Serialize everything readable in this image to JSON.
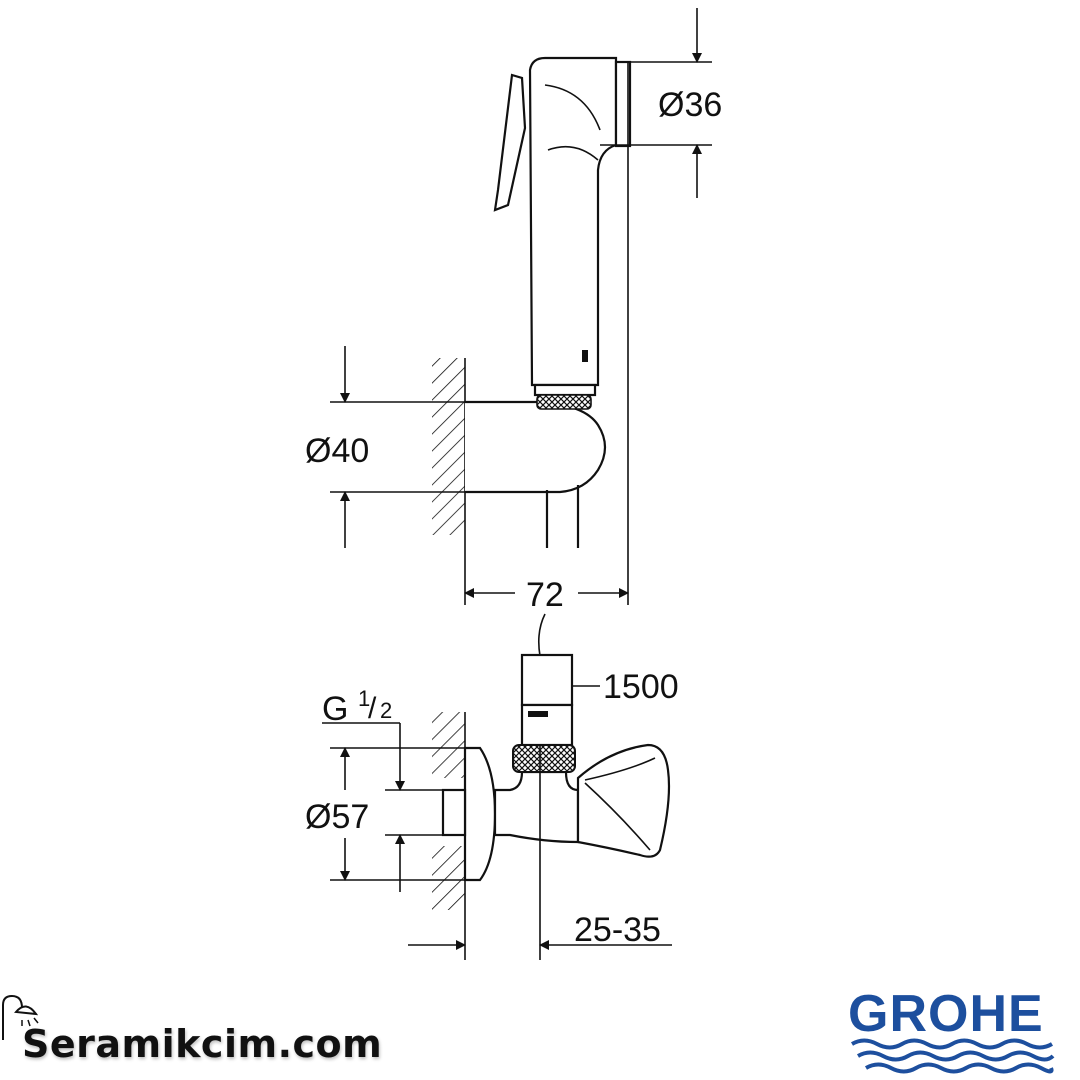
{
  "drawing": {
    "dimensions": {
      "spray_diameter": "Ø36",
      "holder_diameter": "Ø40",
      "holder_depth": "72",
      "hose_length": "1500",
      "thread": "G",
      "thread_frac_num": "1",
      "thread_frac_den": "2",
      "rosette_diameter": "Ø57",
      "valve_offset": "25-35"
    }
  },
  "watermark": {
    "text": "Seramikcim.com",
    "icon": "shower-icon"
  },
  "logo": {
    "text": "GROHE",
    "color": "#1d4f9e",
    "icon": "water-waves-icon"
  }
}
